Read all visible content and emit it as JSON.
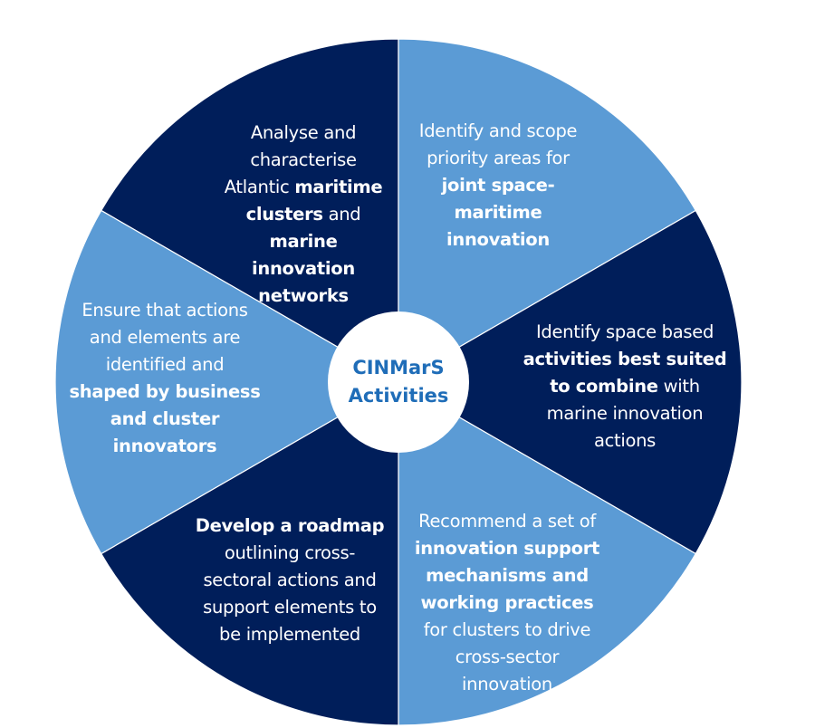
{
  "diagram": {
    "type": "segmented-wheel",
    "center": {
      "title_line1": "CINMarS",
      "title_line2": "Activities"
    },
    "colors": {
      "dark": "#001E5A",
      "light": "#5B9BD5",
      "center_fill": "#ffffff",
      "center_text": "#1F6DB8",
      "segment_text": "#ffffff"
    },
    "segments": [
      {
        "id": "analyse",
        "color": "dark",
        "lines": [
          [
            {
              "t": "Analyse and",
              "b": false
            }
          ],
          [
            {
              "t": "characterise",
              "b": false
            }
          ],
          [
            {
              "t": "Atlantic ",
              "b": false
            },
            {
              "t": "maritime",
              "b": true
            }
          ],
          [
            {
              "t": "clusters",
              "b": true
            },
            {
              "t": " and ",
              "b": false
            },
            {
              "t": "marine",
              "b": true
            }
          ],
          [
            {
              "t": "innovation",
              "b": true
            }
          ],
          [
            {
              "t": "networks",
              "b": true
            }
          ]
        ]
      },
      {
        "id": "identify-scope",
        "color": "light",
        "lines": [
          [
            {
              "t": "Identify and scope",
              "b": false
            }
          ],
          [
            {
              "t": "priority areas for",
              "b": false
            }
          ],
          [
            {
              "t": "joint space-",
              "b": true
            }
          ],
          [
            {
              "t": "maritime",
              "b": true
            }
          ],
          [
            {
              "t": "innovation",
              "b": true
            }
          ]
        ]
      },
      {
        "id": "identify-space",
        "color": "dark",
        "lines": [
          [
            {
              "t": "Identify space based",
              "b": false
            }
          ],
          [
            {
              "t": "activities best suited",
              "b": true
            }
          ],
          [
            {
              "t": "to combine",
              "b": true
            },
            {
              "t": " with",
              "b": false
            }
          ],
          [
            {
              "t": "marine innovation",
              "b": false
            }
          ],
          [
            {
              "t": "actions",
              "b": false
            }
          ]
        ]
      },
      {
        "id": "recommend",
        "color": "light",
        "lines": [
          [
            {
              "t": "Recommend a set of",
              "b": false
            }
          ],
          [
            {
              "t": "innovation support",
              "b": true
            }
          ],
          [
            {
              "t": "mechanisms and",
              "b": true
            }
          ],
          [
            {
              "t": "working practices",
              "b": true
            }
          ],
          [
            {
              "t": "for clusters to drive",
              "b": false
            }
          ],
          [
            {
              "t": "cross-sector",
              "b": false
            }
          ],
          [
            {
              "t": "innovation",
              "b": false
            }
          ]
        ]
      },
      {
        "id": "roadmap",
        "color": "dark",
        "lines": [
          [
            {
              "t": "Develop a roadmap",
              "b": true
            }
          ],
          [
            {
              "t": "outlining cross-",
              "b": false
            }
          ],
          [
            {
              "t": "sectoral actions and",
              "b": false
            }
          ],
          [
            {
              "t": "support elements to",
              "b": false
            }
          ],
          [
            {
              "t": "be implemented",
              "b": false
            }
          ]
        ]
      },
      {
        "id": "ensure",
        "color": "light",
        "lines": [
          [
            {
              "t": "Ensure that actions",
              "b": false
            }
          ],
          [
            {
              "t": "and elements are",
              "b": false
            }
          ],
          [
            {
              "t": "identified and",
              "b": false
            }
          ],
          [
            {
              "t": "shaped by business",
              "b": true
            }
          ],
          [
            {
              "t": "and cluster",
              "b": true
            }
          ],
          [
            {
              "t": "innovators",
              "b": true
            }
          ]
        ]
      }
    ]
  }
}
